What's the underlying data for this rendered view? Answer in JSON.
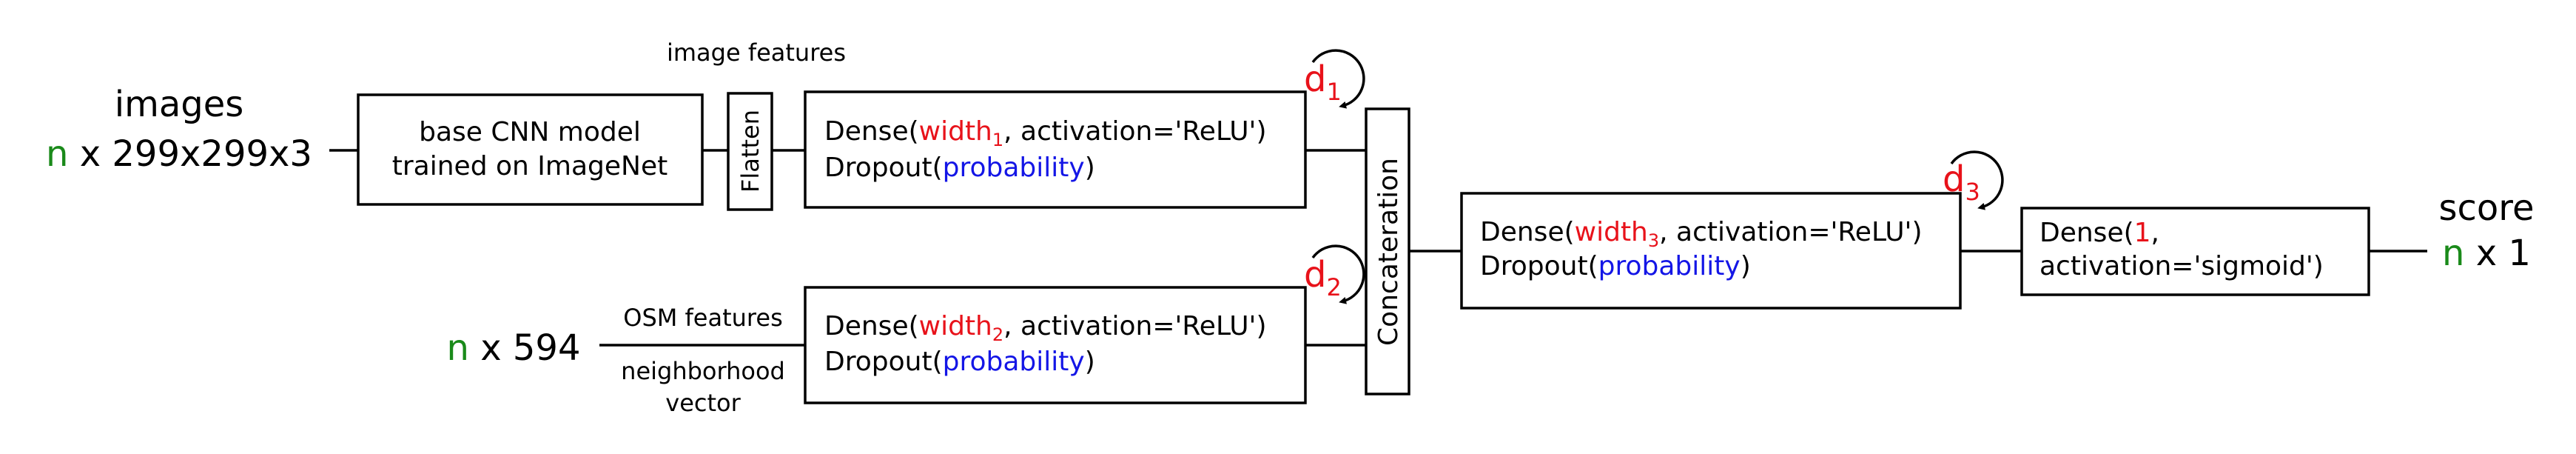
{
  "colors": {
    "red": "#e8121a",
    "blue": "#1416e6",
    "green": "#1a8a1a",
    "black": "#000000"
  },
  "inputs": {
    "images": {
      "label": "images",
      "n": "n",
      "shape": " x 299x299x3"
    },
    "osm": {
      "n": "n",
      "shape": " x 594"
    },
    "osm_features_label": "OSM features",
    "neighborhood_line1": "neighborhood",
    "neighborhood_line2": "vector"
  },
  "blocks": {
    "cnn": {
      "line1": "base CNN model",
      "line2": "trained on ImageNet"
    },
    "image_features_label": "image features",
    "flatten": "Flatten",
    "concatenation": "Concateration",
    "dense1": {
      "pre": "Dense(",
      "width": "width",
      "sub": "1",
      "post": ", activation='ReLU')",
      "drop_pre": "Dropout(",
      "prob": "probability",
      "drop_post": ")"
    },
    "dense2": {
      "pre": "Dense(",
      "width": "width",
      "sub": "2",
      "post": ", activation='ReLU')",
      "drop_pre": "Dropout(",
      "prob": "probability",
      "drop_post": ")"
    },
    "dense3": {
      "pre": "Dense(",
      "width": "width",
      "sub": "3",
      "post": ", activation='ReLU')",
      "drop_pre": "Dropout(",
      "prob": "probability",
      "drop_post": ")"
    },
    "dense_out": {
      "pre": "Dense(",
      "one": "1",
      "post": ",",
      "line2": "activation='sigmoid')"
    }
  },
  "loops": {
    "d1": {
      "letter": "d",
      "sub": "1"
    },
    "d2": {
      "letter": "d",
      "sub": "2"
    },
    "d3": {
      "letter": "d",
      "sub": "3"
    }
  },
  "output": {
    "label": "score",
    "n": "n",
    "shape": " x 1"
  }
}
